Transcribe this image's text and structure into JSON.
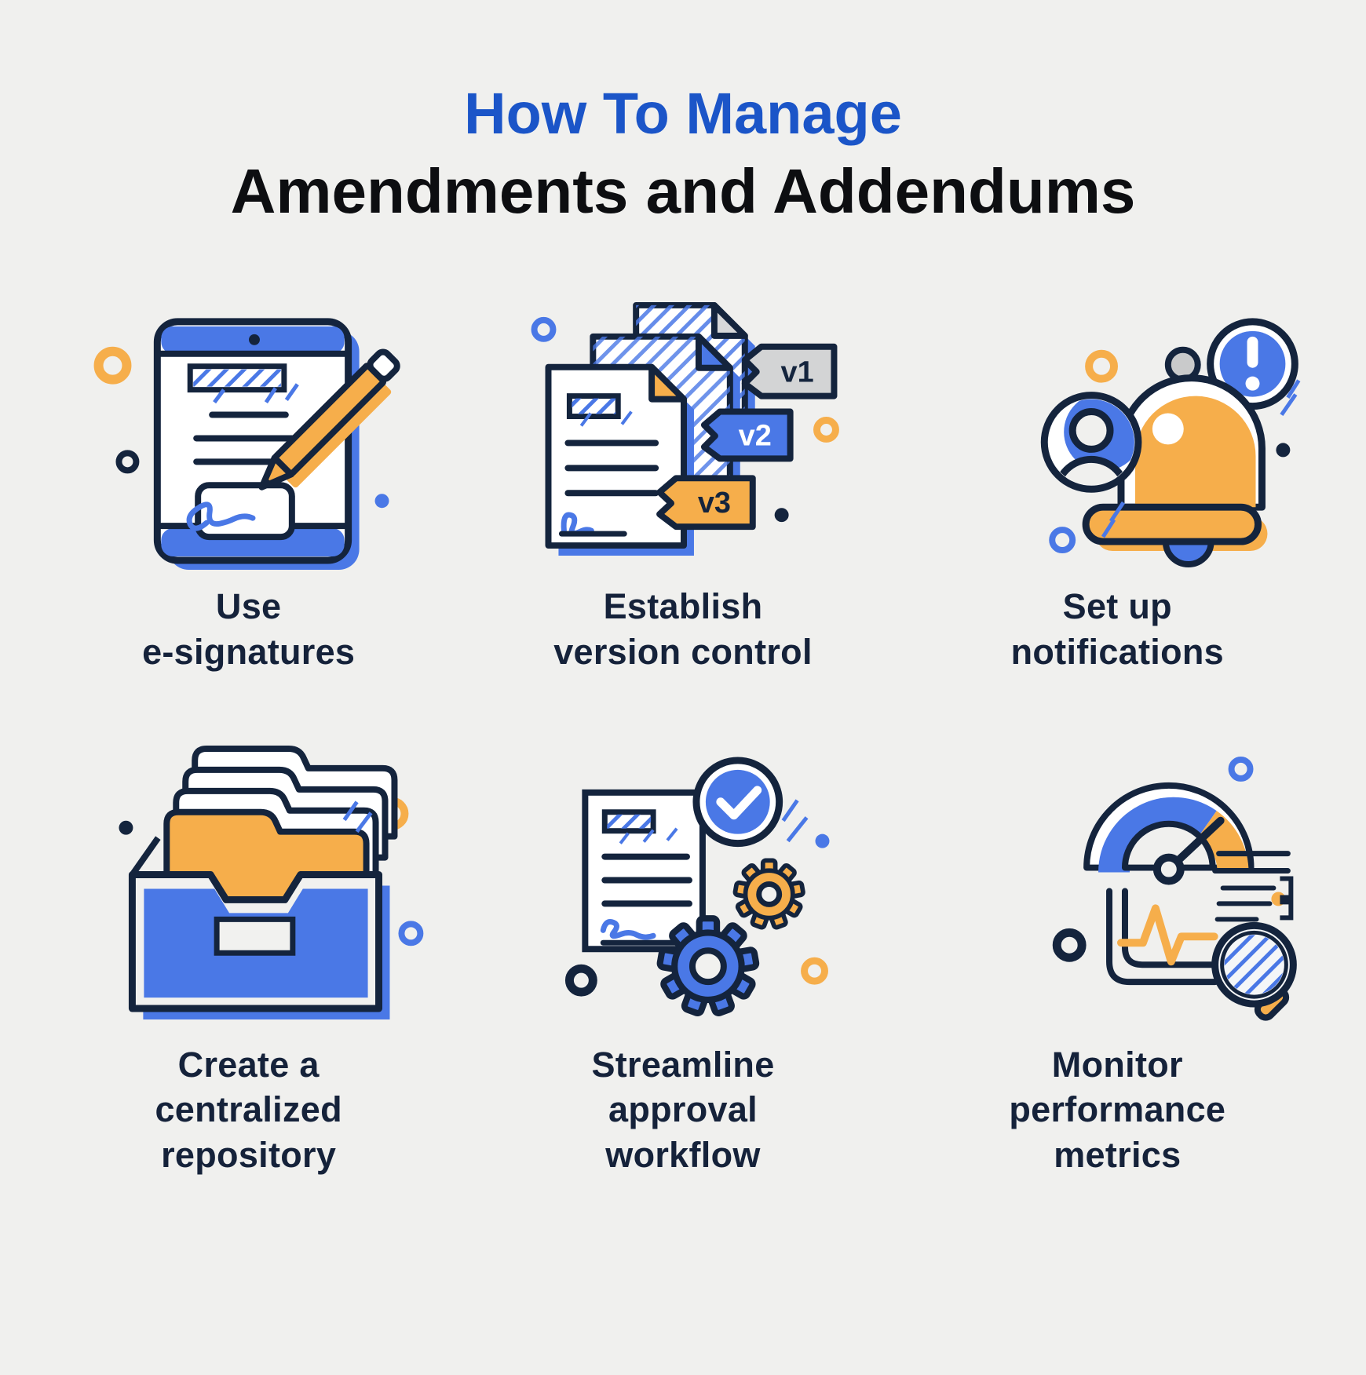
{
  "page": {
    "background_color": "#f0f0ee",
    "title": {
      "line1": "How To Manage",
      "line2": "Amendments and Addendums",
      "line1_color": "#1b55c8",
      "line2_color": "#0d0e11"
    }
  },
  "palette": {
    "blue": "#4a78e6",
    "orange": "#f6ae4b",
    "navy": "#14243d",
    "gray": "#d2d3d4",
    "label_text": "#15223a"
  },
  "steps": [
    {
      "label": "Use\ne-signatures",
      "icon": "tablet-esignature-icon"
    },
    {
      "label": "Establish\nversion control",
      "icon": "versioned-documents-icon",
      "version_tags": [
        "v1",
        "v2",
        "v3"
      ]
    },
    {
      "label": "Set up\nnotifications",
      "icon": "notification-bell-icon"
    },
    {
      "label": "Create a\ncentralized\nrepository",
      "icon": "file-box-repository-icon"
    },
    {
      "label": "Streamline\napproval\nworkflow",
      "icon": "approval-gears-icon"
    },
    {
      "label": "Monitor\nperformance\nmetrics",
      "icon": "metrics-gauge-icon"
    }
  ]
}
